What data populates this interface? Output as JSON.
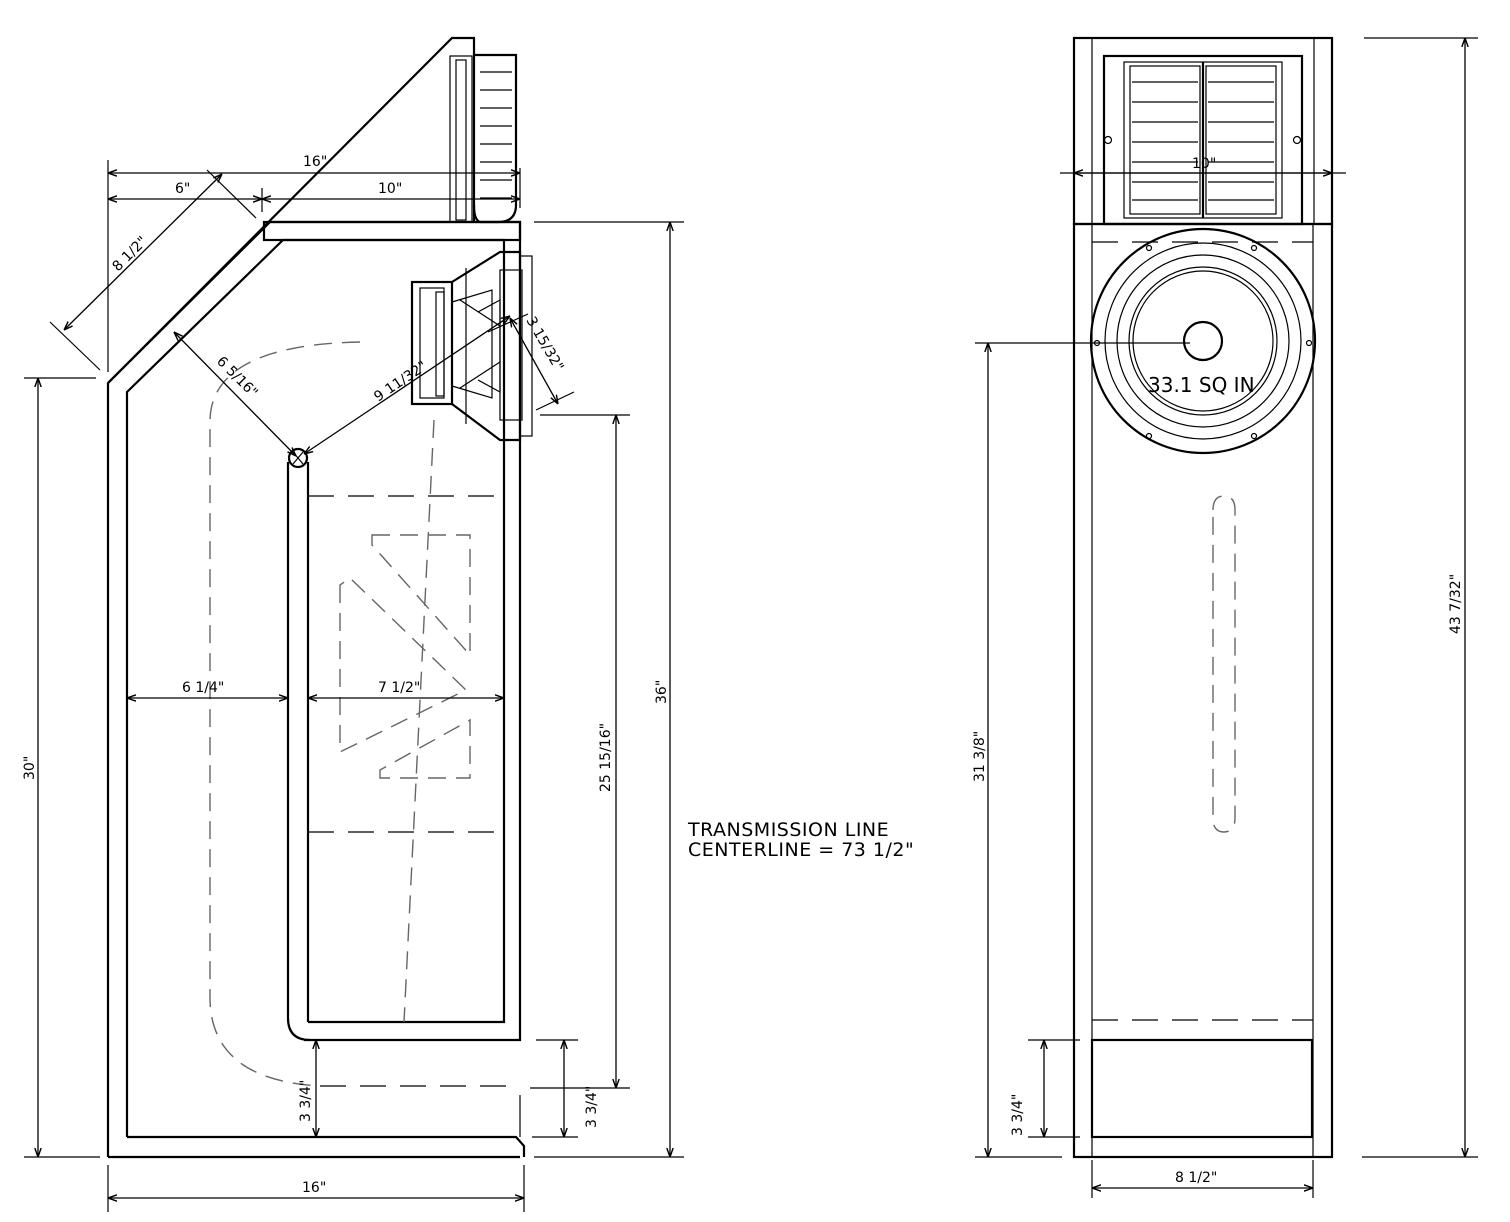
{
  "side_view": {
    "dims": {
      "top_width": "16\"",
      "top_front": "6\"",
      "top_rear": "10\"",
      "slant": "8 1/2\"",
      "baffle_gap": "6 5/16\"",
      "driver_diag": "9 11/32\"",
      "driver_depth": "3 15/32\"",
      "inner_left": "6 1/4\"",
      "inner_right": "7 1/2\"",
      "front_height": "30\"",
      "total_height": "36\"",
      "line_height": "25 15/16\"",
      "foot_height_a": "3 3/4\"",
      "foot_height_b": "3 3/4\"",
      "bottom_width": "16\""
    }
  },
  "note": {
    "line1": "TRANSMISSION LINE",
    "line2": "CENTERLINE = 73 1/2\""
  },
  "front_view": {
    "dims": {
      "top_width": "10\"",
      "total_height": "43 7/32\"",
      "driver_height": "31 3/8\"",
      "foot_height": "3 3/4\"",
      "bottom_width": "8 1/2\""
    },
    "port_area": "33.1 SQ IN"
  }
}
